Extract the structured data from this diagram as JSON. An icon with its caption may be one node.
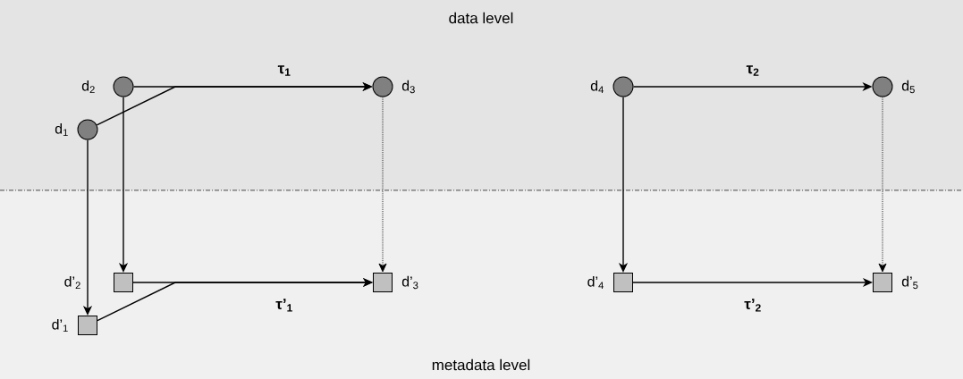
{
  "diagram": {
    "nodes": [
      {
        "text": [],
        "shape": "circle",
        "beside": [
          "d$_{2}$"
        ]
      },
      {
        "text": [],
        "shape": "circle",
        "beside": [
          "d$_{3}$"
        ]
      },
      {
        "text": [],
        "shape": "circle",
        "beside": [
          "d$_{4}$"
        ]
      },
      {
        "text": [],
        "shape": "circle",
        "beside": [
          "d$_{5}$"
        ]
      },
      {
        "text": [],
        "shape": "circle",
        "beside": [
          "d$_{1}$"
        ]
      },
      {
        "text": [],
        "shape": "box",
        "beside": [
          "d’$_{2}$"
        ]
      },
      {
        "text": [],
        "shape": "box",
        "beside": [
          "d’$_{3}$"
        ]
      },
      {
        "text": [],
        "shape": "box",
        "beside": [
          "d’$_{4}$"
        ]
      },
      {
        "text": [],
        "shape": "box",
        "beside": [
          "d’$_{5}$"
        ]
      },
      {
        "text": [],
        "shape": "box",
        "beside": [
          "d’$_{1}$"
        ]
      }
    ],
    "edges": [
      {
        "from": 0,
        "to": 1,
        "arrow": "to",
        "label": "τ$_{1}$"
      },
      {
        "from": 4,
        "to": 1,
        "arrow": "to"
      },
      {
        "from": 2,
        "to": 3,
        "arrow": "to",
        "label": "τ$_{2}$"
      },
      {
        "from": 5,
        "to": 6,
        "arrow": "to",
        "label": "τ’$_{1}$"
      },
      {
        "from": 9,
        "to": 6,
        "arrow": "to"
      },
      {
        "from": 7,
        "to": 8,
        "arrow": "to",
        "label": "τ’$_{2}$"
      },
      {
        "from": 4,
        "to": 9,
        "arrow": "to"
      },
      {
        "from": 0,
        "to": 5,
        "arrow": "to"
      },
      {
        "from": 1,
        "to": 6,
        "arrow": "to",
        "style": "dashed"
      },
      {
        "from": 2,
        "to": 7,
        "arrow": "to"
      },
      {
        "from": 3,
        "to": 8,
        "arrow": "to",
        "style": "dashed"
      }
    ],
    "labels": [
      "data level",
      "metadata level"
    ]
  }
}
